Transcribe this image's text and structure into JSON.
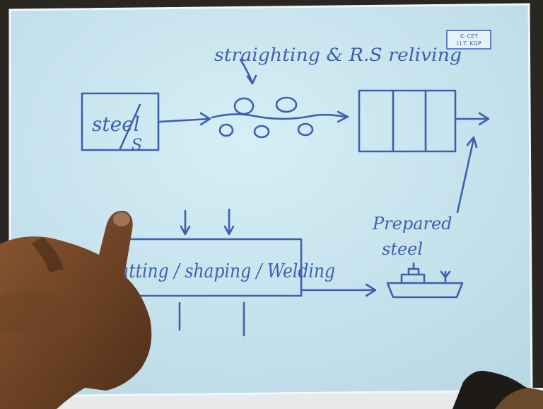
{
  "logo": {
    "line1": "© CET",
    "line2": "I.I.T. KGP"
  },
  "labels": {
    "top_note": "straighting & R.S reliving",
    "steel_box": "steel/s",
    "steel_box_a": "steel",
    "steel_box_b": "S",
    "process_box": "cutting / shaping / Welding",
    "prepared_line1": "Prepared",
    "prepared_line2": "steel"
  },
  "colors": {
    "ink": "#3d5fb0",
    "paper": "#cfe6ef",
    "background": "#2a2622",
    "skin": "#6b4226"
  }
}
